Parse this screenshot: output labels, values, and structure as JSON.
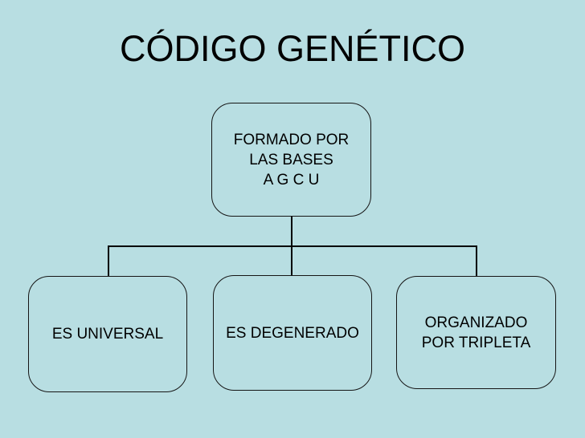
{
  "slide": {
    "title": "CÓDIGO GENÉTICO",
    "colors": {
      "background": "#b8dee2",
      "line": "#000000",
      "text": "#000000"
    },
    "diagram": {
      "root": {
        "lines": [
          "FORMADO POR",
          "LAS BASES",
          "A G C U"
        ]
      },
      "children": [
        {
          "lines": [
            "ES UNIVERSAL"
          ]
        },
        {
          "lines": [
            "ES DEGENERADO"
          ]
        },
        {
          "lines": [
            "ORGANIZADO",
            "POR TRIPLETA"
          ]
        }
      ]
    }
  }
}
